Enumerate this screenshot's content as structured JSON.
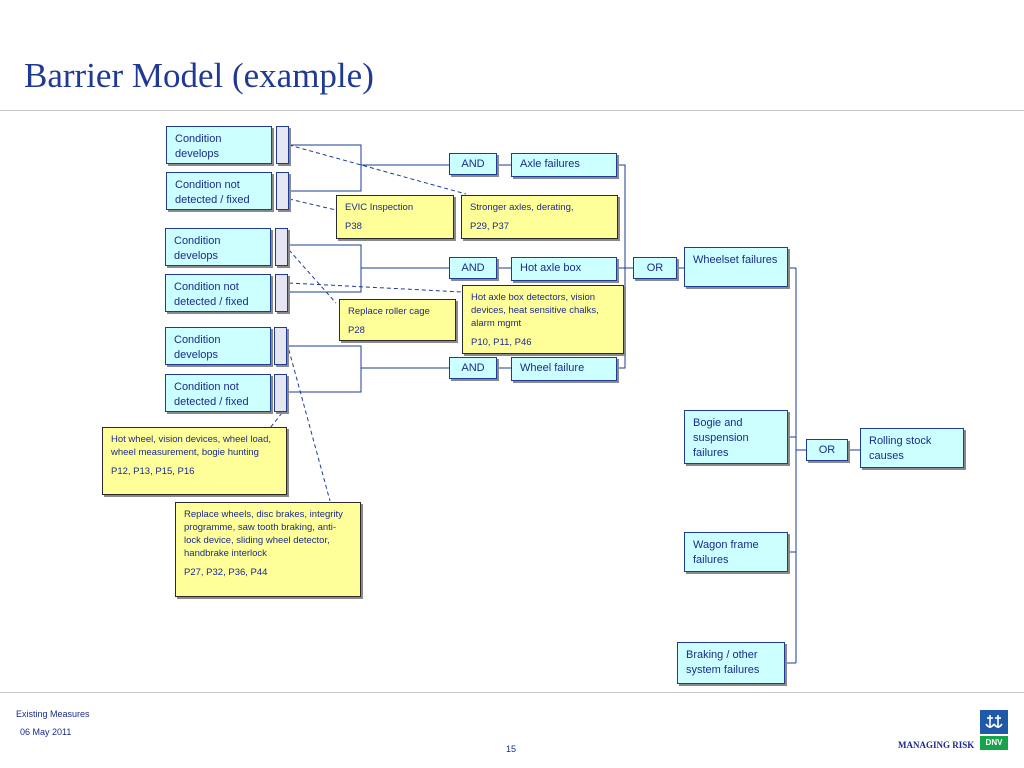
{
  "title": "Barrier Model (example)",
  "conditions": [
    {
      "label": "Condition develops"
    },
    {
      "label": "Condition not detected / fixed"
    },
    {
      "label": "Condition develops"
    },
    {
      "label": "Condition not detected / fixed"
    },
    {
      "label": "Condition develops"
    },
    {
      "label": "Condition not detected / fixed"
    }
  ],
  "gates": {
    "and1": "AND",
    "and2": "AND",
    "and3": "AND",
    "or1": "OR",
    "or2": "OR"
  },
  "failures": {
    "axle": "Axle failures",
    "hot_axle_box": "Hot axle box",
    "wheel": "Wheel failure",
    "wheelset": "Wheelset failures",
    "bogie": "Bogie and suspension failures",
    "wagon_frame": "Wagon frame failures",
    "braking": "Braking / other system failures",
    "rolling_stock": "Rolling stock causes"
  },
  "notes": {
    "evic": {
      "text": "EVIC Inspection",
      "refs": "P38"
    },
    "stronger_axles": {
      "text": "Stronger axles, derating,",
      "refs": "P29, P37"
    },
    "replace_roller": {
      "text": "Replace roller cage",
      "refs": "P28"
    },
    "hot_axle_detectors": {
      "text": "Hot axle box detectors, vision devices, heat sensitive chalks, alarm mgmt",
      "refs": "P10, P11, P46"
    },
    "hot_wheel": {
      "text": "Hot wheel, vision devices, wheel load, wheel measurement, bogie hunting",
      "refs": "P12, P13, P15, P16"
    },
    "replace_wheels": {
      "text": "Replace wheels, disc brakes, integrity programme, saw tooth braking, anti-lock device, sliding wheel detector, handbrake interlock",
      "refs": "P27, P32, P36, P44"
    }
  },
  "footer": {
    "section": "Existing Measures",
    "date": "06 May 2011",
    "page": "15",
    "managing_risk": "MANAGING RISK",
    "logo_text": "DNV"
  },
  "colors": {
    "line": "#1e3c96",
    "node_fill": "#ccffff",
    "note_fill": "#ffff99",
    "title": "#1f3a93"
  }
}
